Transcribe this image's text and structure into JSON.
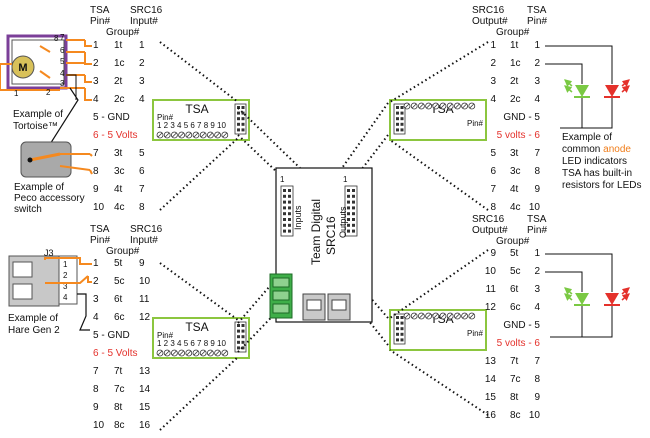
{
  "colors": {
    "wire_orange": "#f5891f",
    "wire_purple": "#7b3f98",
    "board_green": "#8cc63f",
    "led_green": "#7ac943",
    "led_red": "#e4312b",
    "text_red": "#e4312b",
    "anode_orange": "#f07d1a"
  },
  "inputs": {
    "col_tsa_header": [
      "TSA",
      "Pin#"
    ],
    "col_src_header": [
      "SRC16",
      "Input#"
    ],
    "group_label": "Group#",
    "top_rows": [
      {
        "pin": "1",
        "group": "1t",
        "input": "1"
      },
      {
        "pin": "2",
        "group": "1c",
        "input": "2"
      },
      {
        "pin": "3",
        "group": "2t",
        "input": "3"
      },
      {
        "pin": "4",
        "group": "2c",
        "input": "4"
      },
      {
        "pin": "5 - GND",
        "group": "",
        "input": ""
      },
      {
        "pin": "6 - 5 Volts",
        "group": "",
        "input": ""
      },
      {
        "pin": "7",
        "group": "3t",
        "input": "5"
      },
      {
        "pin": "8",
        "group": "3c",
        "input": "6"
      },
      {
        "pin": "9",
        "group": "4t",
        "input": "7"
      },
      {
        "pin": "10",
        "group": "4c",
        "input": "8"
      }
    ],
    "bottom_rows": [
      {
        "pin": "1",
        "group": "5t",
        "input": "9"
      },
      {
        "pin": "2",
        "group": "5c",
        "input": "10"
      },
      {
        "pin": "3",
        "group": "6t",
        "input": "11"
      },
      {
        "pin": "4",
        "group": "6c",
        "input": "12"
      },
      {
        "pin": "5 - GND",
        "group": "",
        "input": ""
      },
      {
        "pin": "6 - 5 Volts",
        "group": "",
        "input": ""
      },
      {
        "pin": "7",
        "group": "7t",
        "input": "13"
      },
      {
        "pin": "8",
        "group": "7c",
        "input": "14"
      },
      {
        "pin": "9",
        "group": "8t",
        "input": "15"
      },
      {
        "pin": "10",
        "group": "8c",
        "input": "16"
      }
    ]
  },
  "outputs": {
    "col_src_header": [
      "SRC16",
      "Output#"
    ],
    "col_tsa_header": [
      "TSA",
      "Pin#"
    ],
    "group_label": "Group#",
    "top_rows": [
      {
        "output": "1",
        "group": "1t",
        "pin": "1"
      },
      {
        "output": "2",
        "group": "1c",
        "pin": "2"
      },
      {
        "output": "3",
        "group": "2t",
        "pin": "3"
      },
      {
        "output": "4",
        "group": "2c",
        "pin": "4"
      },
      {
        "output": "",
        "group": "",
        "pin": "GND - 5"
      },
      {
        "output": "",
        "group": "",
        "pin": "5 volts - 6"
      },
      {
        "output": "5",
        "group": "3t",
        "pin": "7"
      },
      {
        "output": "6",
        "group": "3c",
        "pin": "8"
      },
      {
        "output": "7",
        "group": "4t",
        "pin": "9"
      },
      {
        "output": "8",
        "group": "4c",
        "pin": "10"
      }
    ],
    "bottom_rows": [
      {
        "output": "9",
        "group": "5t",
        "pin": "1"
      },
      {
        "output": "10",
        "group": "5c",
        "pin": "2"
      },
      {
        "output": "11",
        "group": "6t",
        "pin": "3"
      },
      {
        "output": "12",
        "group": "6c",
        "pin": "4"
      },
      {
        "output": "",
        "group": "",
        "pin": "GND - 5"
      },
      {
        "output": "",
        "group": "",
        "pin": "5 volts - 6"
      },
      {
        "output": "13",
        "group": "7t",
        "pin": "7"
      },
      {
        "output": "14",
        "group": "7c",
        "pin": "8"
      },
      {
        "output": "15",
        "group": "8t",
        "pin": "9"
      },
      {
        "output": "16",
        "group": "8c",
        "pin": "10"
      }
    ]
  },
  "tsa_board": {
    "title": "TSA",
    "pin_label": "Pin#",
    "pin_numbers": "1 2 3 4 5 6 7 8 9 10"
  },
  "src16": {
    "title_line1": "Team Digital",
    "title_line2": "SRC16",
    "inputs_label": "Inputs",
    "outputs_label": "Outputs",
    "header_num_1": "1",
    "header_num_2": "1"
  },
  "devices": {
    "tortoise_caption": [
      "Example of",
      "Tortoise™"
    ],
    "tortoise_motor": "M",
    "tortoise_pins": [
      "8",
      "7",
      "6",
      "5",
      "4",
      "3",
      "2",
      "1"
    ],
    "peco_caption": [
      "Example of",
      "Peco accessory",
      "switch"
    ],
    "hare_caption": [
      "Example of",
      "Hare Gen 2"
    ],
    "hare_connector": "J3",
    "hare_pins": [
      "1",
      "2",
      "3",
      "4"
    ]
  },
  "led_note": [
    "Example of",
    "common",
    "anode",
    "LED indicators",
    "TSA has built-in",
    "resistors for LEDs"
  ]
}
